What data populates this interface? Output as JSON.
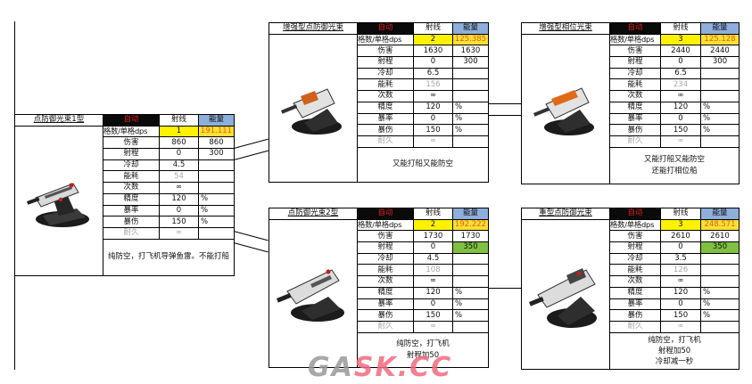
{
  "header": {
    "auto": "自动",
    "ray": "射线",
    "energy": "能量"
  },
  "colors": {
    "auto_bg": "#0a0a0a",
    "auto_text": "#e0201e",
    "energy_bg": "#8eaedb",
    "slots_bg": "#fff200",
    "dps_text": "#e0601a",
    "range_bonus_bg": "#80c040"
  },
  "labels": {
    "slots_dps": "格数/单格dps",
    "damage": "伤害",
    "range": "射程",
    "cooldown": "冷却",
    "energy_cost": "能耗",
    "uses": "次数",
    "accuracy": "精度",
    "crit_rate": "暴率",
    "crit_dmg": "暴伤",
    "durability": "耐久",
    "pct": "%"
  },
  "cards": [
    {
      "name": "点防御光束1型",
      "slots": "1",
      "dps": "191.111",
      "damage_ray": "860",
      "damage_energy": "860",
      "range_ray": "0",
      "range_energy": "300",
      "cooldown": "4.5",
      "energy_cost": "54",
      "uses": "∞",
      "accuracy": "120",
      "crit_rate": "0",
      "crit_dmg": "150",
      "durability": "∞",
      "note": "纯防空，打飞机导弹鱼雷。不能打船"
    },
    {
      "name": "增强型点防御光束",
      "slots": "2",
      "dps": "125.385",
      "damage_ray": "1630",
      "damage_energy": "1630",
      "range_ray": "0",
      "range_energy": "300",
      "cooldown": "6.5",
      "energy_cost": "156",
      "uses": "∞",
      "accuracy": "120",
      "crit_rate": "0",
      "crit_dmg": "150",
      "durability": "∞",
      "note": "又能打船又能防空"
    },
    {
      "name": "增强型相位光束",
      "slots": "3",
      "dps": "125.128",
      "damage_ray": "2440",
      "damage_energy": "2440",
      "range_ray": "0",
      "range_energy": "300",
      "cooldown": "6.5",
      "energy_cost": "234",
      "uses": "∞",
      "accuracy": "120",
      "crit_rate": "0",
      "crit_dmg": "150",
      "durability": "∞",
      "note": "又能打船又能防空",
      "note2": "还能打相位船"
    },
    {
      "name": "点防御光束2型",
      "slots": "2",
      "dps": "192.222",
      "damage_ray": "1730",
      "damage_energy": "1730",
      "range_ray": "0",
      "range_energy": "350",
      "cooldown": "4.5",
      "energy_cost": "108",
      "uses": "∞",
      "accuracy": "120",
      "crit_rate": "0",
      "crit_dmg": "150",
      "durability": "∞",
      "note": "纯防空，打飞机",
      "note2": "射程加50"
    },
    {
      "name": "重型点防御光束",
      "slots": "3",
      "dps": "248.571",
      "damage_ray": "2610",
      "damage_energy": "2610",
      "range_ray": "0",
      "range_energy": "350",
      "cooldown": "3.5",
      "energy_cost": "126",
      "uses": "∞",
      "accuracy": "120",
      "crit_rate": "0",
      "crit_dmg": "150",
      "durability": "∞",
      "note": "纯防空，打飞机",
      "note2": "射程加50",
      "note3": "冷却减一秒"
    }
  ],
  "watermark": {
    "part1": "GA",
    "part2": "SK.CC"
  }
}
